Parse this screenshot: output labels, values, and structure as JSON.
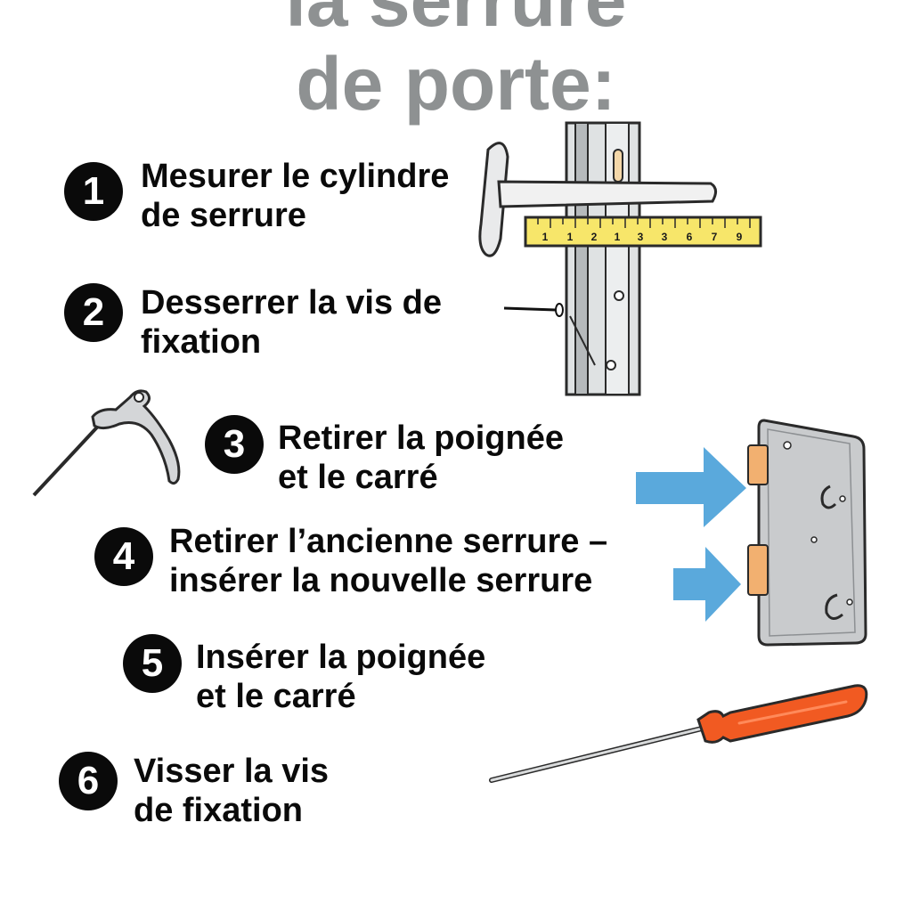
{
  "title": {
    "line1": "la serrure",
    "line2": "de porte:"
  },
  "colors": {
    "title": "#8e9192",
    "number_circle": "#0a0a0a",
    "text": "#0a0a0a",
    "arrow": "#5aa9dc",
    "tape": "#f7e66a",
    "screwdriver_handle": "#f15a22",
    "lock_body": "#c9cbcd",
    "lock_tab": "#f2b070"
  },
  "ruler": {
    "ticks": [
      "1",
      "1",
      "2",
      "1",
      "3",
      "3",
      "6",
      "7",
      "9"
    ]
  },
  "steps": [
    {
      "number": "1",
      "line1": "Mesurer le cylindre",
      "line2": "de serrure"
    },
    {
      "number": "2",
      "line1": "Desserrer la vis de",
      "line2": "fixation"
    },
    {
      "number": "3",
      "line1": "Retirer la poignée",
      "line2": "et le carré"
    },
    {
      "number": "4",
      "line1": "Retirer l’ancienne serrure –",
      "line2": "insérer la nouvelle serrure"
    },
    {
      "number": "5",
      "line1": "Insérer la poignée",
      "line2": "et le carré"
    },
    {
      "number": "6",
      "line1": "Visser la vis",
      "line2": "de fixation"
    }
  ],
  "icons": [
    "door-handle-icon",
    "measuring-tape-icon",
    "door-profile-icon",
    "removed-handle-icon",
    "arrow-right-icon",
    "mortise-lock-icon",
    "screwdriver-icon"
  ]
}
